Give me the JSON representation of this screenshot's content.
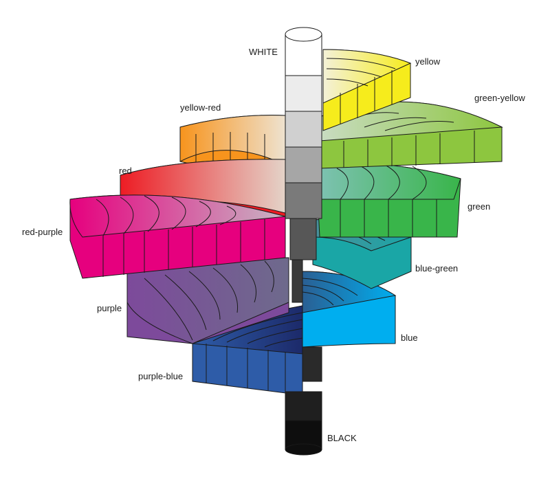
{
  "labels": {
    "white": "WHITE",
    "black": "BLACK",
    "hues": {
      "yellow": "yellow",
      "green_yellow": "green-yellow",
      "green": "green",
      "blue_green": "blue-green",
      "blue": "blue",
      "purple_blue": "purple-blue",
      "purple": "purple",
      "red_purple": "red-purple",
      "red": "red",
      "yellow_red": "yellow-red"
    }
  },
  "colors": {
    "yellow": "#f6ec1c",
    "green_yellow": "#8dc63f",
    "green": "#39b54a",
    "blue_green": "#1aa6a6",
    "blue": "#00aeef",
    "purple_blue": "#2e5ca8",
    "purple": "#7d4a9b",
    "red_purple": "#e6007e",
    "red": "#ed1c24",
    "yellow_red": "#f7941d",
    "outline": "#1a1a1a"
  }
}
